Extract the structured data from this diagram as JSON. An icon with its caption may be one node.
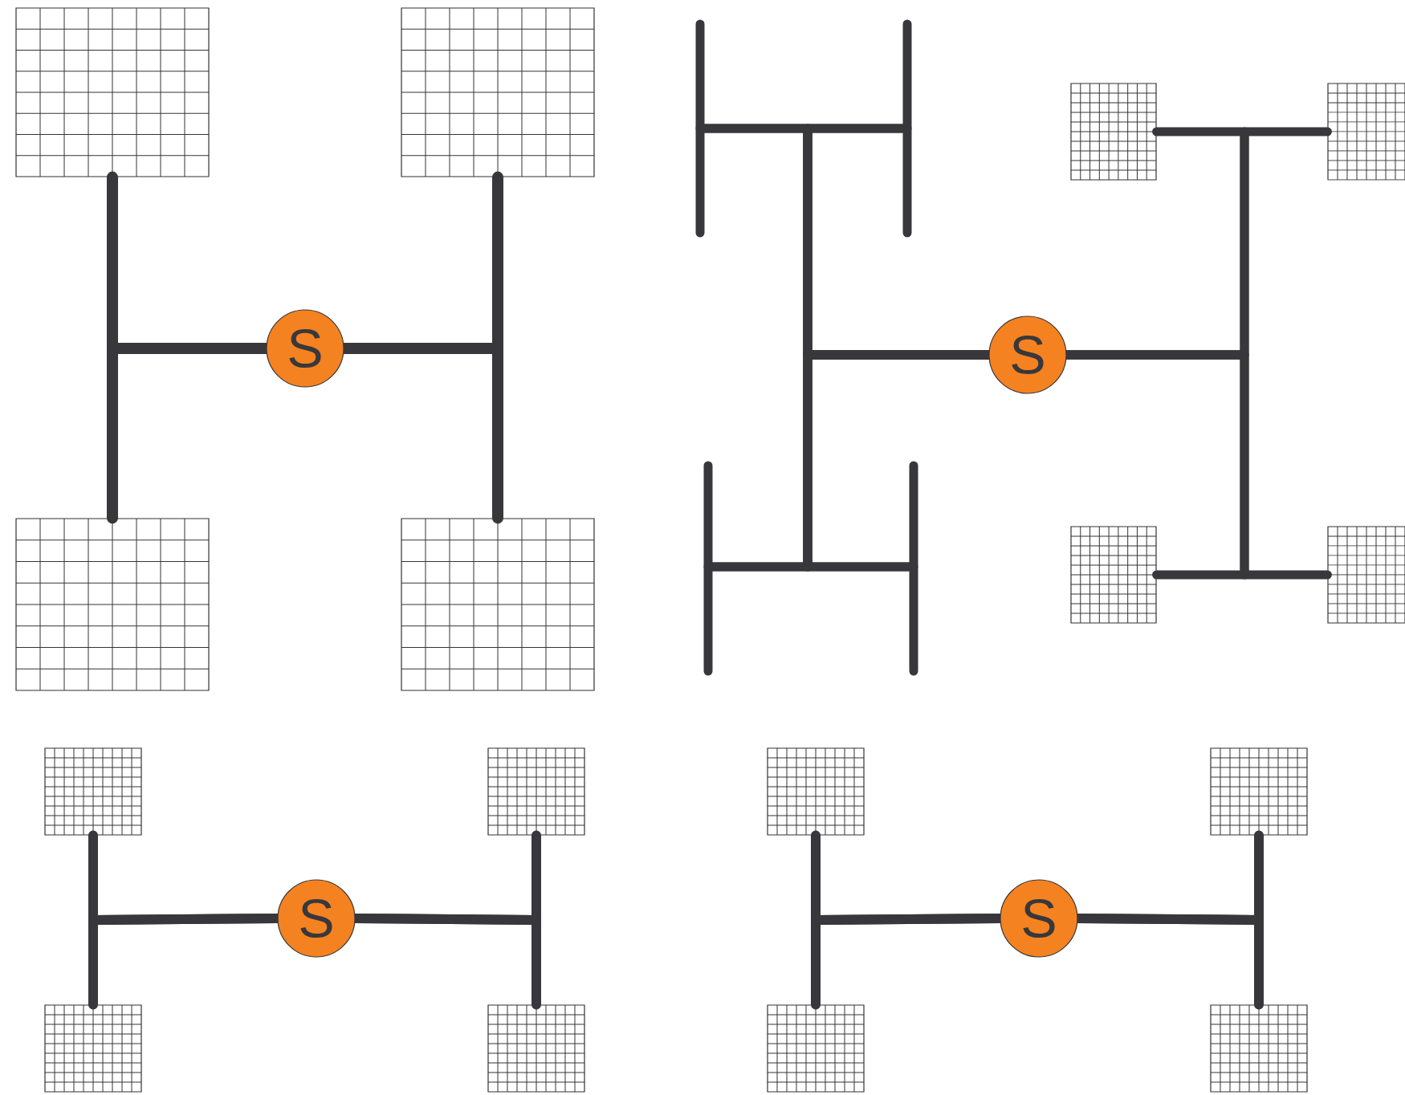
{
  "diagram": {
    "nodes": [
      {
        "text": [
          "S"
        ]
      },
      {
        "text": [],
        "shape": "grid"
      },
      {
        "text": [],
        "shape": "grid"
      },
      {
        "text": [],
        "shape": "grid"
      },
      {
        "text": [],
        "shape": "grid"
      },
      {
        "text": [
          "S"
        ]
      },
      {
        "text": [],
        "shape": "grid"
      },
      {
        "text": [],
        "shape": "grid"
      },
      {
        "text": [],
        "shape": "grid"
      },
      {
        "text": [],
        "shape": "grid"
      },
      {
        "text": [
          "S"
        ]
      },
      {
        "text": [],
        "shape": "grid"
      },
      {
        "text": [],
        "shape": "grid"
      },
      {
        "text": [],
        "shape": "grid"
      },
      {
        "text": [],
        "shape": "grid"
      },
      {
        "text": [
          "S"
        ]
      },
      {
        "text": [],
        "shape": "grid"
      },
      {
        "text": [],
        "shape": "grid"
      },
      {
        "text": [],
        "shape": "grid"
      },
      {
        "text": [],
        "shape": "grid"
      }
    ],
    "edges": [
      {
        "from": 0,
        "to": 1,
        "arrow": "none"
      },
      {
        "from": 0,
        "to": 2,
        "arrow": "none"
      },
      {
        "from": 0,
        "to": 3,
        "arrow": "none"
      },
      {
        "from": 0,
        "to": 4,
        "arrow": "none"
      },
      {
        "from": 5,
        "to": 6,
        "arrow": "none"
      },
      {
        "from": 5,
        "to": 7,
        "arrow": "none"
      },
      {
        "from": 5,
        "to": 8,
        "arrow": "none"
      },
      {
        "from": 5,
        "to": 9,
        "arrow": "none"
      },
      {
        "from": 5,
        "to": null,
        "arrow": "none"
      },
      {
        "from": 5,
        "to": null,
        "arrow": "none"
      },
      {
        "from": 5,
        "to": null,
        "arrow": "none"
      },
      {
        "from": 5,
        "to": null,
        "arrow": "none"
      },
      {
        "from": 5,
        "to": null,
        "arrow": "none"
      },
      {
        "from": 5,
        "to": null,
        "arrow": "none"
      },
      {
        "from": 5,
        "to": null,
        "arrow": "none"
      },
      {
        "from": 5,
        "to": null,
        "arrow": "none"
      },
      {
        "from": 10,
        "to": 11,
        "arrow": "none"
      },
      {
        "from": 10,
        "to": 12,
        "arrow": "none"
      },
      {
        "from": 10,
        "to": 13,
        "arrow": "none"
      },
      {
        "from": 10,
        "to": 14,
        "arrow": "none"
      },
      {
        "from": 15,
        "to": 16,
        "arrow": "none"
      },
      {
        "from": 15,
        "to": 17,
        "arrow": "none"
      },
      {
        "from": 15,
        "to": 18,
        "arrow": "none"
      },
      {
        "from": 15,
        "to": 19,
        "arrow": "none"
      }
    ]
  }
}
